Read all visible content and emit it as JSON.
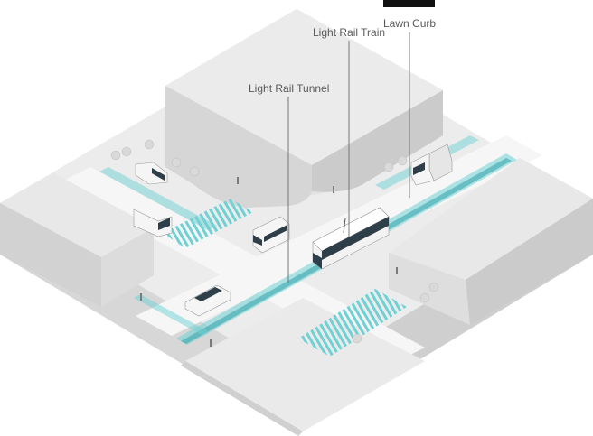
{
  "callouts": {
    "tunnel": "Light Rail Tunnel",
    "train": "Light Rail Train",
    "curb": "Lawn Curb"
  },
  "colors": {
    "accent": "#6fd1d3",
    "accent_dark": "#3aa9ad",
    "block_top": "#e4e4e4",
    "block_left": "#d2d2d2",
    "block_right": "#c8c8c8",
    "road": "#f4f4f4",
    "black_tab": "#111111"
  }
}
